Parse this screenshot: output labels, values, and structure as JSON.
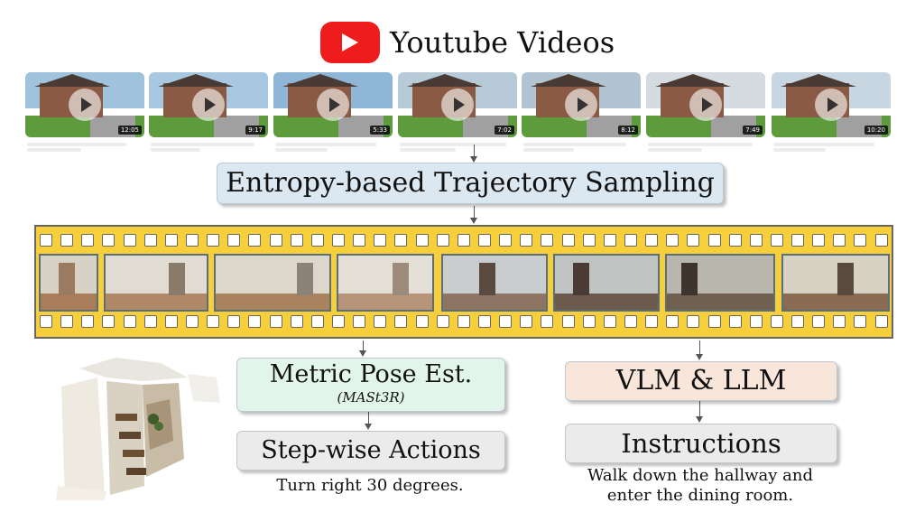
{
  "header": {
    "title": "Youtube Videos",
    "logo_color": "#ee1c1c"
  },
  "thumbnails": [
    {
      "duration": "12:05",
      "sky": "#9fc2dd"
    },
    {
      "duration": "9:17",
      "sky": "#a8c7e0"
    },
    {
      "duration": "5:33",
      "sky": "#8fb6d6"
    },
    {
      "duration": "7:02",
      "sky": "#b7cad8"
    },
    {
      "duration": "8:12",
      "sky": "#b2c4d2"
    },
    {
      "duration": "7:49",
      "sky": "#d4dce2"
    },
    {
      "duration": "10:20",
      "sky": "#c7d6e0"
    }
  ],
  "pipeline": {
    "sampling_label": "Entropy-based Trajectory Sampling",
    "pose_label": "Metric Pose Est.",
    "pose_method": "(MASt3R)",
    "actions_label": "Step-wise Actions",
    "action_example": "Turn right 30 degrees.",
    "vlm_label": "VLM & LLM",
    "instructions_label": "Instructions",
    "instruction_example": "Walk down the hallway and enter the dining room."
  },
  "colors": {
    "sampling_box": "#dbe8f2",
    "pose_box": "#e2f5ea",
    "vlm_box": "#f8e6da",
    "gray_box": "#ebebeb",
    "film": "#f7cf3a"
  },
  "film_frames": [
    {
      "wall": "#d8d2c6",
      "floor": "#a97c5a"
    },
    {
      "wall": "#e0dcd4",
      "floor": "#b08a68"
    },
    {
      "wall": "#ddd6cb",
      "floor": "#a9825e"
    },
    {
      "wall": "#e4e0d8",
      "floor": "#b89578"
    },
    {
      "wall": "#c9cdd0",
      "floor": "#8e7462"
    },
    {
      "wall": "#bfc4c2",
      "floor": "#6d5a4e"
    },
    {
      "wall": "#b8b6ad",
      "floor": "#70604f"
    },
    {
      "wall": "#d7d2c4",
      "floor": "#8a6c55"
    }
  ]
}
